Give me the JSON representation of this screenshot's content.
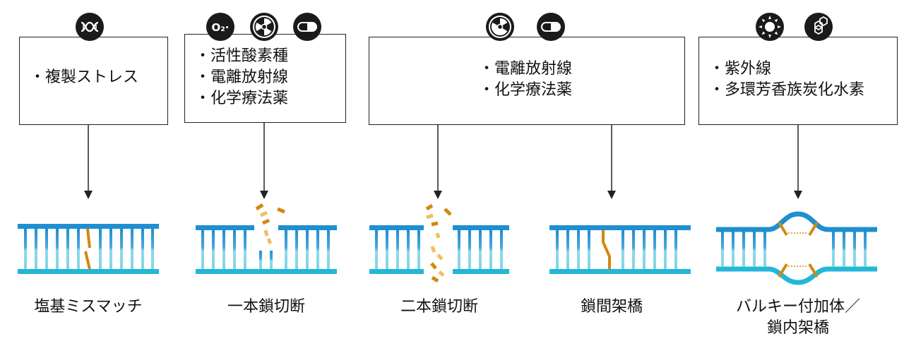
{
  "causes": [
    {
      "items": [
        "複製ストレス"
      ],
      "icons": [
        "dna-icon"
      ]
    },
    {
      "items": [
        "活性酸素種",
        "電離放射線",
        "化学療法薬"
      ],
      "icons": [
        "oxygen-radical-icon",
        "radiation-icon",
        "capsule-icon"
      ]
    },
    {
      "items": [
        "電離放射線",
        "化学療法薬"
      ],
      "icons": [
        "radiation-icon",
        "capsule-icon"
      ]
    },
    {
      "items": [
        "紫外線",
        "多環芳香族炭化水素"
      ],
      "icons": [
        "sun-icon",
        "hexagon-molecule-icon"
      ]
    }
  ],
  "icon_text": {
    "o2": "O₂·"
  },
  "damage_types": [
    {
      "label": "塩基ミスマッチ"
    },
    {
      "label": "一本鎖切断"
    },
    {
      "label": "二本鎖切断"
    },
    {
      "label": "鎖間架橋"
    },
    {
      "label_lines": [
        "バルキー付加体／",
        "鎖内架橋"
      ]
    }
  ],
  "colors": {
    "strand_dark": "#1f8fd1",
    "strand_light": "#22b8d6",
    "rung_top": "#1f8fd1",
    "rung_bottom": "#7fd6e6",
    "damage_orange": "#d4870f",
    "damage_yellow": "#eec060",
    "line": "#222222",
    "icon_bg": "#1a1a1a"
  }
}
